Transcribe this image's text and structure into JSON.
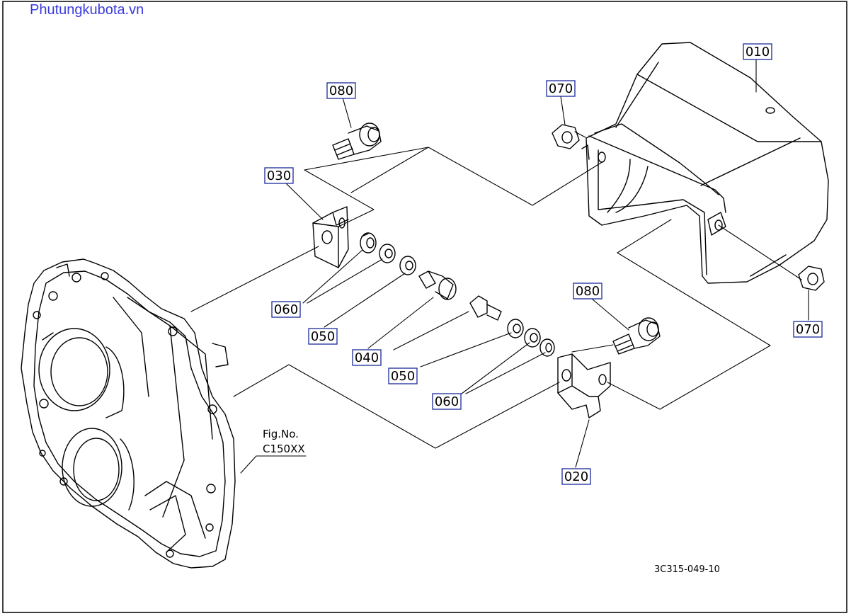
{
  "watermark": {
    "text": "Phutungkubota.vn",
    "color": "#3a3ae0"
  },
  "callout_box_color": "#1a2a9a",
  "callouts": [
    {
      "id": "010",
      "label": "010"
    },
    {
      "id": "070a",
      "label": "070"
    },
    {
      "id": "080a",
      "label": "080"
    },
    {
      "id": "030",
      "label": "030"
    },
    {
      "id": "060a",
      "label": "060"
    },
    {
      "id": "050a",
      "label": "050"
    },
    {
      "id": "040",
      "label": "040"
    },
    {
      "id": "050b",
      "label": "050"
    },
    {
      "id": "060b",
      "label": "060"
    },
    {
      "id": "080b",
      "label": "080"
    },
    {
      "id": "070b",
      "label": "070"
    },
    {
      "id": "020",
      "label": "020"
    }
  ],
  "fig": {
    "line1": "Fig.No.",
    "line2": "C150XX"
  },
  "drawing_code": "3C315-049-10"
}
